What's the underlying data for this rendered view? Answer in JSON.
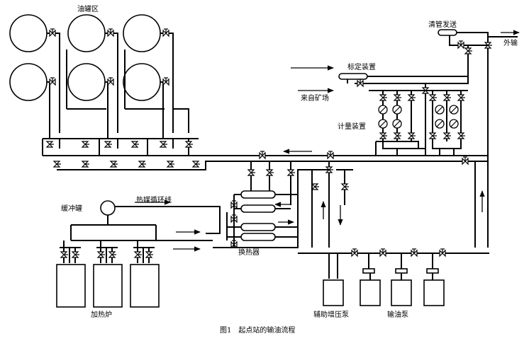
{
  "labels": {
    "tank_area": "油罐区",
    "pig_launch": "清管发送",
    "export": "外输",
    "calibration": "标定装置",
    "from_field": "来自矿场",
    "metering": "计量装置",
    "buffer_tank": "缓冲罐",
    "heat_loop": "热媒循环线",
    "heat_exchanger": "换热器",
    "heater": "加热炉",
    "booster_pump": "辅助增压泵",
    "transfer_pump": "输油泵"
  },
  "caption": "图1　起点站的输油流程"
}
